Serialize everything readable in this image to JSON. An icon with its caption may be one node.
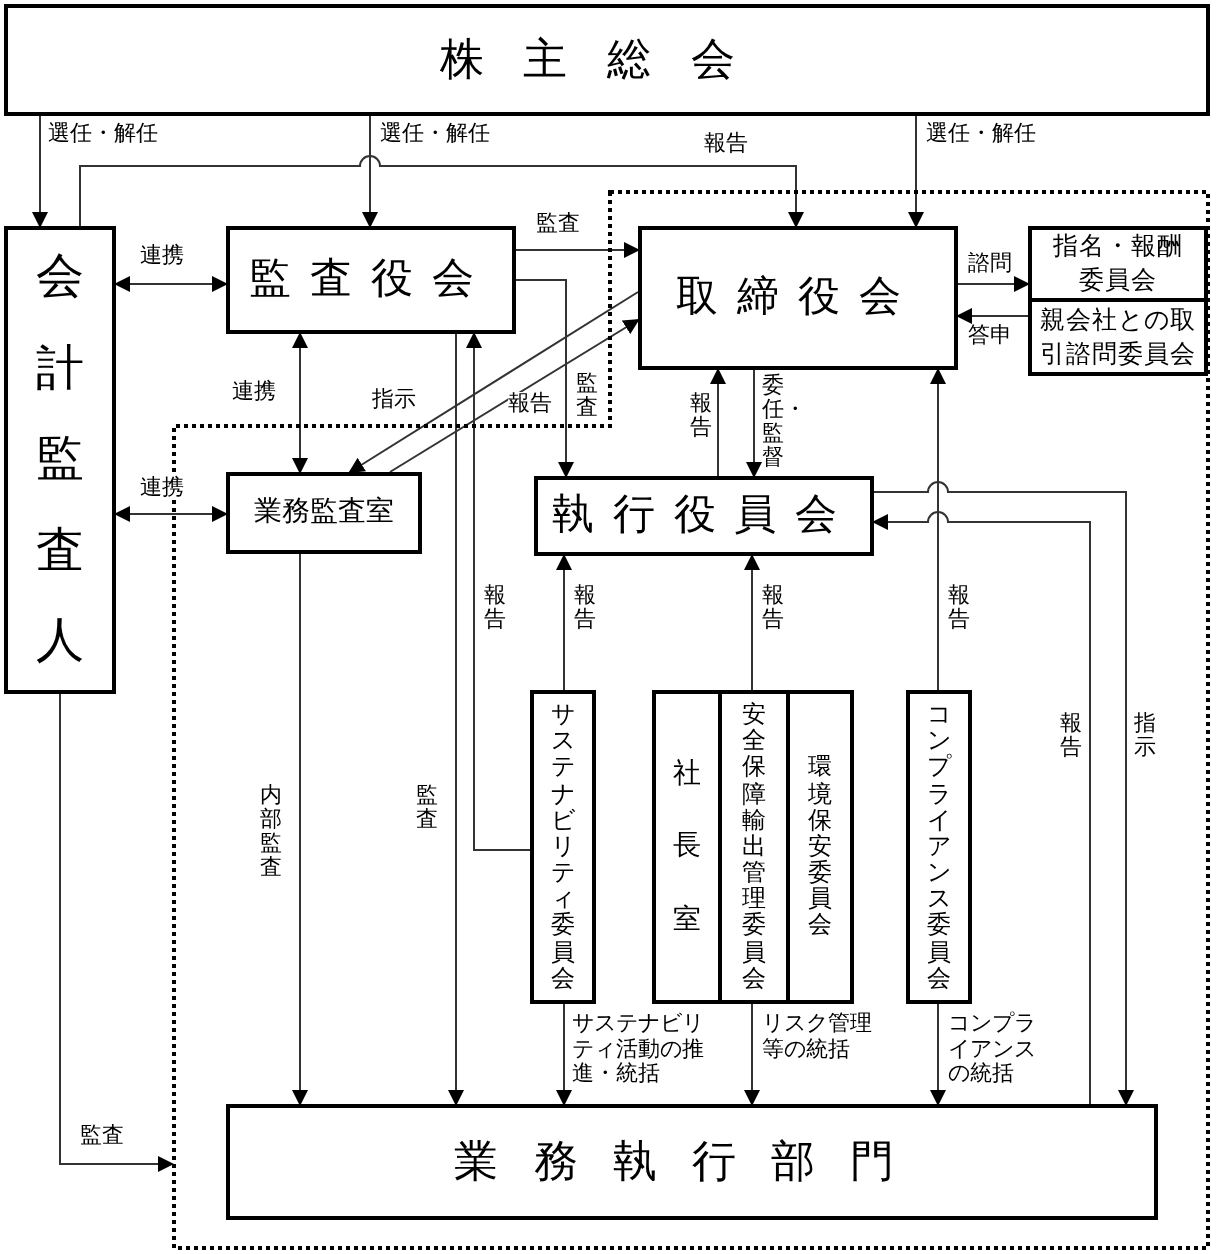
{
  "diagram": {
    "nodes": [
      {
        "text": [
          "株主総会"
        ]
      },
      {
        "text": [
          "会計監査人"
        ]
      },
      {
        "text": [
          "監査役会"
        ]
      },
      {
        "text": [],
        "shape": "box"
      },
      {
        "text": [
          "取締役会"
        ],
        "in": 3
      },
      {
        "text": [
          "指名・報酬委員会"
        ],
        "in": 3
      },
      {
        "text": [
          "親会社との取引諮問委員会"
        ],
        "in": 3
      },
      {
        "text": [
          "業務監査室"
        ],
        "in": 3
      },
      {
        "text": [
          "執行役員会"
        ],
        "in": 3
      },
      {
        "text": [
          "サステナビリティ委員会"
        ],
        "in": 3
      },
      {
        "text": [
          "社長室"
        ],
        "in": 3
      },
      {
        "text": [
          "安全保障輸出管理委員会"
        ],
        "in": 3
      },
      {
        "text": [
          "環境保安委員会"
        ],
        "in": 3
      },
      {
        "text": [
          "コンプライアンス委員会"
        ],
        "in": 3
      },
      {
        "text": [
          "業務執行部門"
        ],
        "in": 3
      }
    ],
    "edges": [
      {
        "from": 0,
        "to": 1,
        "arrow": "to",
        "label": "選任・解任"
      },
      {
        "from": 0,
        "to": 2,
        "arrow": "to",
        "label": "選任・解任"
      },
      {
        "from": 0,
        "to": 4,
        "arrow": "to",
        "label": "選任・解任"
      },
      {
        "from": 1,
        "to": 4,
        "arrow": "to",
        "label": "報告"
      },
      {
        "from": 1,
        "to": 2,
        "arrow": "both",
        "label": "連携"
      },
      {
        "from": 1,
        "to": 7,
        "arrow": "both",
        "label": "連携"
      },
      {
        "from": 2,
        "to": 7,
        "arrow": "both",
        "label": "連携"
      },
      {
        "from": 2,
        "to": 4,
        "arrow": "to",
        "label": "監査"
      },
      {
        "from": 2,
        "to": 8,
        "arrow": "to",
        "label": "監査"
      },
      {
        "from": 4,
        "to": 7,
        "arrow": "to",
        "label": "指示"
      },
      {
        "from": 7,
        "to": 4,
        "arrow": "to",
        "label": "報告"
      },
      {
        "from": 4,
        "to": 8,
        "arrow": "to",
        "label": "委任・監督"
      },
      {
        "from": 8,
        "to": 4,
        "arrow": "to",
        "label": "報告"
      },
      {
        "from": 4,
        "to": 5,
        "arrow": "to",
        "label": "諮問"
      },
      {
        "from": 6,
        "to": 4,
        "arrow": "to",
        "label": "答申"
      },
      {
        "from": 7,
        "to": 14,
        "arrow": "to",
        "label": "内部監査"
      },
      {
        "from": 2,
        "to": 14,
        "arrow": "to",
        "label": "監査"
      },
      {
        "from": 9,
        "to": 2,
        "arrow": "to",
        "label": "報告"
      },
      {
        "from": 9,
        "to": 8,
        "arrow": "to",
        "label": "報告"
      },
      {
        "from": 9,
        "to": 14,
        "arrow": "to",
        "label": "サステナビリティ活動の推進・統括"
      },
      {
        "from": 11,
        "to": 8,
        "arrow": "to",
        "label": "報告"
      },
      {
        "from": 11,
        "to": 14,
        "arrow": "to",
        "label": "リスク管理等の統括"
      },
      {
        "from": 13,
        "to": 4,
        "arrow": "to",
        "label": "報告"
      },
      {
        "from": 13,
        "to": 14,
        "arrow": "to",
        "label": "コンプライアンスの統括"
      },
      {
        "from": 8,
        "to": 14,
        "arrow": "to",
        "label": "指示"
      },
      {
        "from": 14,
        "to": 8,
        "arrow": "to",
        "label": "報告"
      },
      {
        "from": 1,
        "to": 3,
        "arrow": "to",
        "label": "監査"
      }
    ]
  }
}
